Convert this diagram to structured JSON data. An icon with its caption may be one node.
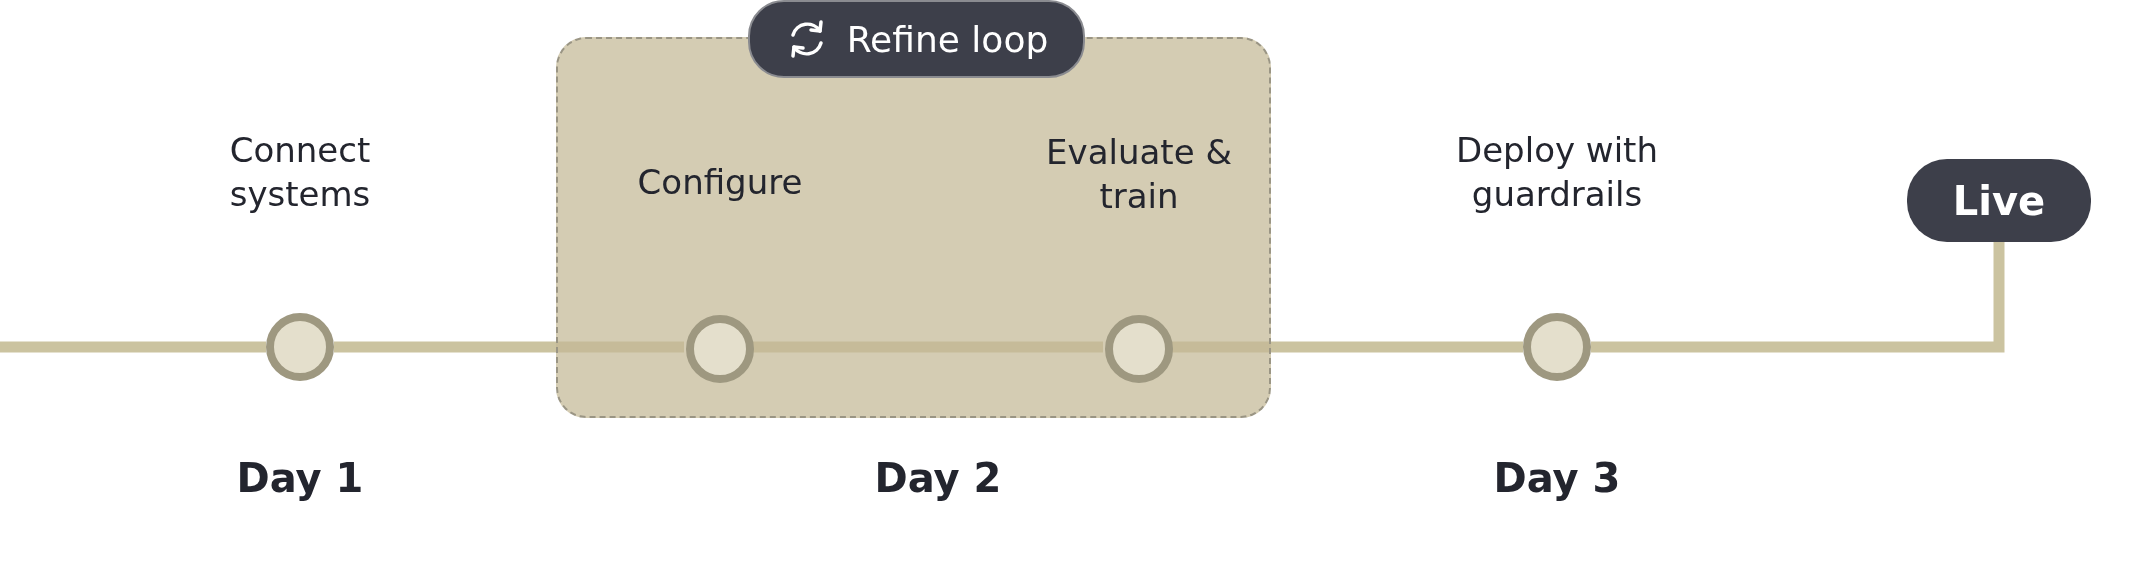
{
  "diagram": {
    "nodes": [
      {
        "text": [],
        "shape": "circle",
        "beside": [
          "Connect systems"
        ]
      },
      {
        "text": [
          "Refine loop"
        ]
      },
      {
        "text": [],
        "shape": "circle",
        "in": 1,
        "beside": [
          "Configure"
        ]
      },
      {
        "text": [],
        "shape": "circle",
        "in": 1,
        "beside": [
          "Evaluate & train"
        ]
      },
      {
        "text": [],
        "shape": "circle",
        "beside": [
          "Deploy with guardrails"
        ]
      },
      {
        "text": [
          "Live"
        ]
      }
    ],
    "edges": [
      {
        "from": null,
        "to": 0,
        "arrow": "none"
      },
      {
        "from": 0,
        "to": 2,
        "arrow": "none"
      },
      {
        "from": 2,
        "to": 3,
        "arrow": "none"
      },
      {
        "from": 3,
        "to": 4,
        "arrow": "none"
      },
      {
        "from": 4,
        "to": 5,
        "arrow": "none"
      }
    ],
    "labels": [
      "Day 1",
      "Day 2",
      "Day 3"
    ]
  }
}
